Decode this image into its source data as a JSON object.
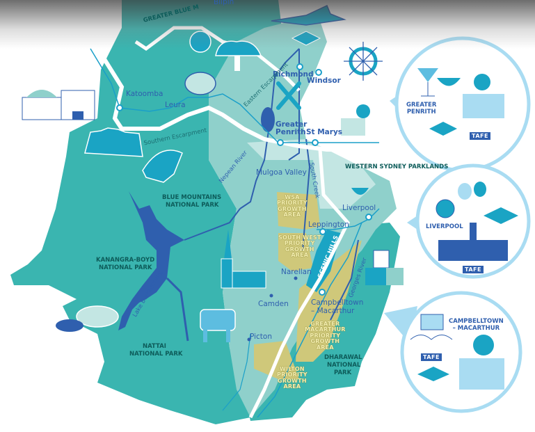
{
  "map": {
    "colors": {
      "national_park": "#3ab5b0",
      "urban_light": "#8fd0cb",
      "urban_pale": "#c3e6e3",
      "growth_area": "#cfc87a",
      "river": "#2f5fae",
      "road": "#ffffff",
      "rail": "#1a9fc9",
      "callout_ring": "#a9dcf2",
      "label_blue": "#2f5fae",
      "park_text": "#0d5c5a"
    },
    "towns": [
      {
        "name": "Bilpin"
      },
      {
        "name": "Katoomba"
      },
      {
        "name": "Leura"
      },
      {
        "name": "Richmond"
      },
      {
        "name": "Windsor"
      },
      {
        "name": "Greater Penrith"
      },
      {
        "name": "St Marys"
      },
      {
        "name": "Mulgoa Valley"
      },
      {
        "name": "Liverpool"
      },
      {
        "name": "Leppington"
      },
      {
        "name": "Narellan"
      },
      {
        "name": "Camden"
      },
      {
        "name": "Campbelltown – Macarthur"
      },
      {
        "name": "Picton"
      }
    ],
    "parks": [
      {
        "name": "GREATER BLUE MOUNTAINS"
      },
      {
        "name": "BLUE MOUNTAINS NATIONAL PARK"
      },
      {
        "name": "KANANGRA-BOYD NATIONAL PARK"
      },
      {
        "name": "NATTAI NATIONAL PARK"
      },
      {
        "name": "DHARAWAL NATIONAL PARK"
      },
      {
        "name": "WESTERN SYDNEY PARKLANDS"
      },
      {
        "name": "SCENIC HILLS"
      }
    ],
    "features": [
      {
        "name": "Eastern Escarpment"
      },
      {
        "name": "Southern Escarpment"
      },
      {
        "name": "Nepean River"
      },
      {
        "name": "South Creek"
      },
      {
        "name": "Georges River"
      },
      {
        "name": "Lake Burragorang"
      }
    ],
    "growth_areas": [
      {
        "name": "WSA PRIORITY GROWTH AREA"
      },
      {
        "name": "SOUTH WEST PRIORITY GROWTH AREA"
      },
      {
        "name": "GREATER MACARTHUR PRIORITY GROWTH AREA"
      },
      {
        "name": "WILTON PRIORITY GROWTH AREA"
      }
    ]
  },
  "labels": {
    "bilpin": "Bilpin",
    "katoomba": "Katoomba",
    "leura": "Leura",
    "richmond": "Richmond",
    "windsor": "Windsor",
    "penrith_1": "Greater",
    "penrith_2": "Penrith",
    "st_marys": "St Marys",
    "mulgoa": "Mulgoa Valley",
    "liverpool": "Liverpool",
    "leppington": "Leppington",
    "narellan": "Narellan",
    "camden": "Camden",
    "campbelltown_1": "Campbelltown",
    "campbelltown_2": "– Macarthur",
    "picton": "Picton",
    "gbm": "GREATER BLUE M",
    "bmnp_1": "BLUE MOUNTAINS",
    "bmnp_2": "NATIONAL PARK",
    "kb_1": "KANANGRA-BOYD",
    "kb_2": "NATIONAL PARK",
    "nattai_1": "NATTAI",
    "nattai_2": "NATIONAL PARK",
    "dharawal_1": "DHARAWAL",
    "dharawal_2": "NATIONAL",
    "dharawal_3": "PARK",
    "wsp": "WESTERN SYDNEY PARKLANDS",
    "scenic": "SCENIC HILLS",
    "eastern_esc": "Eastern Escarpment",
    "southern_esc": "Southern Escarpment",
    "nepean": "Nepean River",
    "south_creek": "South Creek",
    "georges": "Georges River",
    "burragorang": "Lake Burragorang",
    "wsa_1": "WSA",
    "wsa_2": "PRIORITY",
    "wsa_3": "GROWTH",
    "wsa_4": "AREA",
    "sw_1": "SOUTH WEST",
    "sw_2": "PRIORITY",
    "sw_3": "GROWTH",
    "sw_4": "AREA",
    "gm_1": "GREATER",
    "gm_2": "MACARTHUR",
    "gm_3": "PRIORITY",
    "gm_4": "GROWTH",
    "gm_5": "AREA",
    "wil_1": "WILTON",
    "wil_2": "PRIORITY",
    "wil_3": "GROWTH",
    "wil_4": "AREA"
  },
  "callouts": [
    {
      "title_1": "GREATER",
      "title_2": "PENRITH",
      "icons": [
        "cocktail-icon",
        "rice-bowl-icon",
        "hospital-icon",
        "graduation-cap-icon",
        "tafe-badge"
      ],
      "tafe": "TAFE"
    },
    {
      "title_1": "LIVERPOOL",
      "icons": [
        "medical-cross-icon",
        "theatre-masks-icon",
        "graduation-cap-icon",
        "heritage-building-icon",
        "tafe-badge"
      ],
      "tafe": "TAFE"
    },
    {
      "title_1": "CAMPBELLTOWN",
      "title_2": "– MACARTHUR",
      "icons": [
        "art-gallery-icon",
        "tafe-badge",
        "graduation-cap-icon",
        "hospital-icon"
      ],
      "tafe": "TAFE"
    }
  ]
}
